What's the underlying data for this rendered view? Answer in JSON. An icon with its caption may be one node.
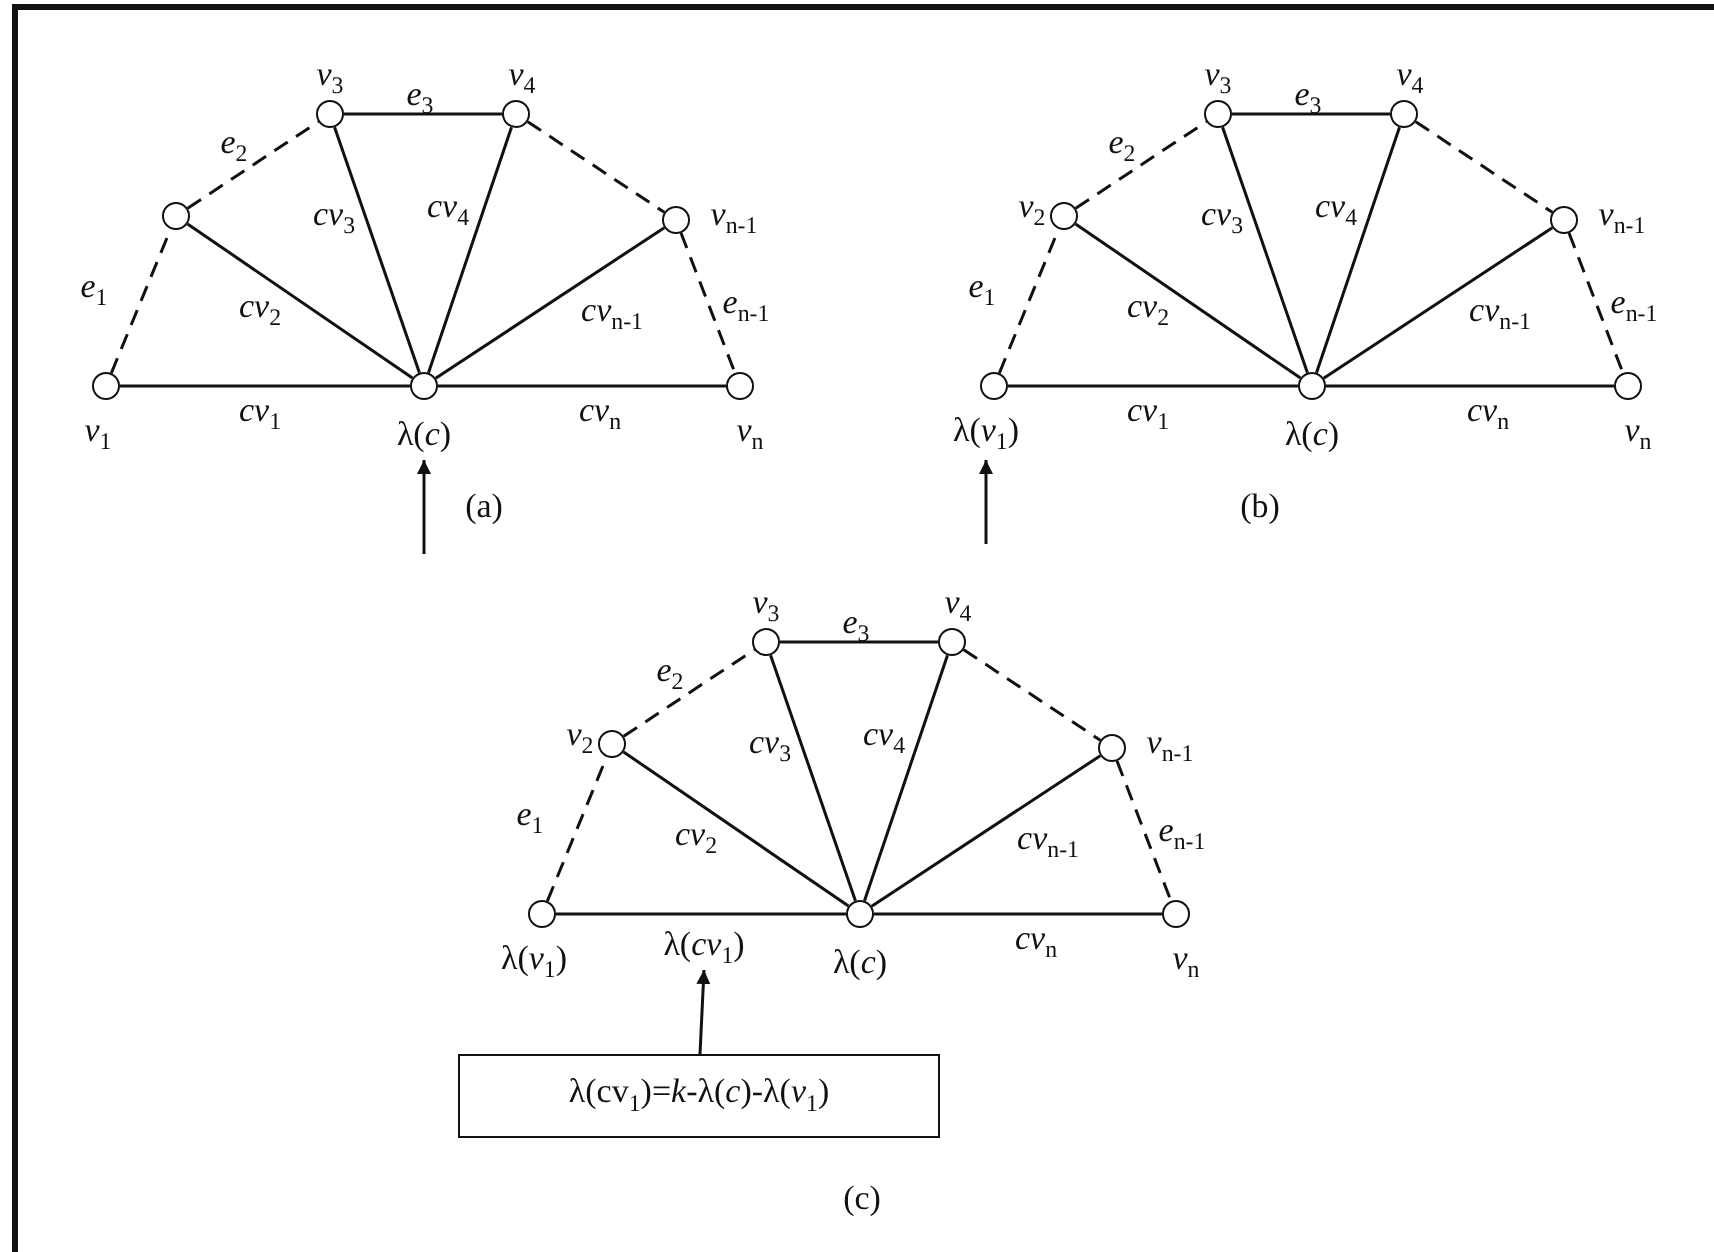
{
  "diagram": {
    "nodes": [
      {
        "text": [],
        "shape": "circle",
        "beside": [
          "*v*$_{1}$"
        ]
      },
      {
        "text": [],
        "shape": "circle"
      },
      {
        "text": [],
        "shape": "circle",
        "beside": [
          "*v*$_{3}$"
        ]
      },
      {
        "text": [],
        "shape": "circle",
        "beside": [
          "*v*$_{4}$"
        ]
      },
      {
        "text": [],
        "shape": "circle",
        "beside": [
          "*v*$_{n-1}$"
        ]
      },
      {
        "text": [],
        "shape": "circle",
        "beside": [
          "*v*$_{n}$"
        ]
      },
      {
        "text": [],
        "shape": "circle",
        "beside": [
          "λ(*c*)"
        ]
      },
      {
        "text": [],
        "shape": "circle",
        "beside": [
          "λ(*v*$_{1}$)"
        ]
      },
      {
        "text": [],
        "shape": "circle",
        "beside": [
          "*v*$_{2}$"
        ]
      },
      {
        "text": [],
        "shape": "circle",
        "beside": [
          "*v*$_{3}$"
        ]
      },
      {
        "text": [],
        "shape": "circle",
        "beside": [
          "*v*$_{4}$"
        ]
      },
      {
        "text": [],
        "shape": "circle",
        "beside": [
          "*v*$_{n-1}$"
        ]
      },
      {
        "text": [],
        "shape": "circle",
        "beside": [
          "*v*$_{n}$"
        ]
      },
      {
        "text": [],
        "shape": "circle",
        "beside": [
          "λ(*c*)"
        ]
      },
      {
        "text": [],
        "shape": "circle",
        "beside": [
          "λ(*v*$_{1}$)"
        ]
      },
      {
        "text": [],
        "shape": "circle",
        "beside": [
          "*v*$_{2}$"
        ]
      },
      {
        "text": [],
        "shape": "circle",
        "beside": [
          "*v*$_{3}$"
        ]
      },
      {
        "text": [],
        "shape": "circle",
        "beside": [
          "*v*$_{4}$"
        ]
      },
      {
        "text": [],
        "shape": "circle",
        "beside": [
          "*v*$_{n-1}$"
        ]
      },
      {
        "text": [],
        "shape": "circle",
        "beside": [
          "*v*$_{n}$"
        ]
      },
      {
        "text": [],
        "shape": "circle",
        "beside": [
          "λ(*c*)"
        ]
      },
      {
        "text": [
          "λ(*cv*$_{1}$)"
        ]
      },
      {
        "text": [
          "λ(cv$_{1}$)=*k*-λ(*c*)-λ(*v*$_{1}$)"
        ]
      }
    ],
    "edges": [
      {
        "from": 0,
        "to": 1,
        "arrow": "none",
        "label": "*e*$_{1}$",
        "style": "dashed"
      },
      {
        "from": 1,
        "to": 2,
        "arrow": "none",
        "label": "*e*$_{2}$",
        "style": "dashed"
      },
      {
        "from": 2,
        "to": 3,
        "arrow": "none",
        "label": "*e*$_{3}$"
      },
      {
        "from": 3,
        "to": 4,
        "arrow": "none",
        "style": "dashed"
      },
      {
        "from": 4,
        "to": 5,
        "arrow": "none",
        "label": "*e*$_{n-1}$",
        "style": "dashed"
      },
      {
        "from": 6,
        "to": 0,
        "arrow": "none",
        "label": "*cv*$_{1}$"
      },
      {
        "from": 6,
        "to": 1,
        "arrow": "none",
        "label": "*cv*$_{2}$"
      },
      {
        "from": 6,
        "to": 2,
        "arrow": "none",
        "label": "*cv*$_{3}$"
      },
      {
        "from": 6,
        "to": 3,
        "arrow": "none",
        "label": "*cv*$_{4}$"
      },
      {
        "from": 6,
        "to": 4,
        "arrow": "none",
        "label": "*cv*$_{n-1}$"
      },
      {
        "from": 6,
        "to": 5,
        "arrow": "none",
        "label": "*cv*$_{n}$"
      },
      {
        "from": 7,
        "to": 8,
        "arrow": "none",
        "label": "*e*$_{1}$",
        "style": "dashed"
      },
      {
        "from": 8,
        "to": 9,
        "arrow": "none",
        "label": "*e*$_{2}$",
        "style": "dashed"
      },
      {
        "from": 9,
        "to": 10,
        "arrow": "none",
        "label": "*e*$_{3}$"
      },
      {
        "from": 10,
        "to": 11,
        "arrow": "none",
        "style": "dashed"
      },
      {
        "from": 11,
        "to": 12,
        "arrow": "none",
        "label": "*e*$_{n-1}$",
        "style": "dashed"
      },
      {
        "from": 13,
        "to": 7,
        "arrow": "none",
        "label": "*cv*$_{1}$"
      },
      {
        "from": 13,
        "to": 8,
        "arrow": "none",
        "label": "*cv*$_{2}$"
      },
      {
        "from": 13,
        "to": 9,
        "arrow": "none",
        "label": "*cv*$_{3}$"
      },
      {
        "from": 13,
        "to": 10,
        "arrow": "none",
        "label": "*cv*$_{4}$"
      },
      {
        "from": 13,
        "to": 11,
        "arrow": "none",
        "label": "*cv*$_{n-1}$"
      },
      {
        "from": 13,
        "to": 12,
        "arrow": "none",
        "label": "*cv*$_{n}$"
      },
      {
        "from": 14,
        "to": 15,
        "arrow": "none",
        "label": "*e*$_{1}$",
        "style": "dashed"
      },
      {
        "from": 15,
        "to": 16,
        "arrow": "none",
        "label": "*e*$_{2}$",
        "style": "dashed"
      },
      {
        "from": 16,
        "to": 17,
        "arrow": "none",
        "label": "*e*$_{3}$"
      },
      {
        "from": 17,
        "to": 18,
        "arrow": "none",
        "style": "dashed"
      },
      {
        "from": 18,
        "to": 19,
        "arrow": "none",
        "label": "*e*$_{n-1}$",
        "style": "dashed"
      },
      {
        "from": 20,
        "to": 14,
        "arrow": "none"
      },
      {
        "from": 20,
        "to": 15,
        "arrow": "none",
        "label": "*cv*$_{2}$"
      },
      {
        "from": 20,
        "to": 16,
        "arrow": "none",
        "label": "*cv*$_{3}$"
      },
      {
        "from": 20,
        "to": 17,
        "arrow": "none",
        "label": "*cv*$_{4}$"
      },
      {
        "from": 20,
        "to": 18,
        "arrow": "none",
        "label": "*cv*$_{n-1}$"
      },
      {
        "from": 20,
        "to": 19,
        "arrow": "none",
        "label": "*cv*$_{n}$"
      },
      {
        "from": null,
        "to": 6,
        "arrow": "to"
      },
      {
        "from": null,
        "to": 7,
        "arrow": "to"
      },
      {
        "from": 22,
        "to": 21,
        "arrow": "to"
      }
    ],
    "labels": [
      "(a)",
      "(b)",
      "(c)"
    ]
  }
}
